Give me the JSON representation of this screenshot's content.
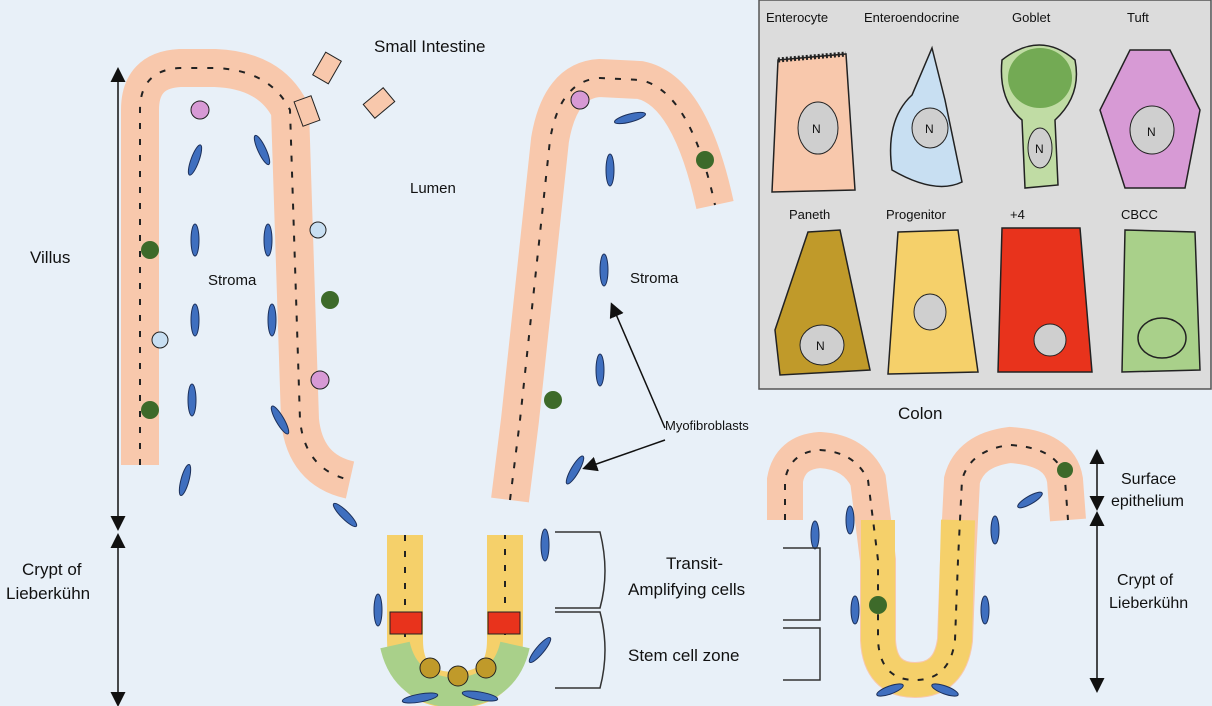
{
  "diagram": {
    "small_intestine_title": "Small Intestine",
    "lumen": "Lumen",
    "stroma_left": "Stroma",
    "stroma_right": "Stroma",
    "villus": "Villus",
    "crypt_left_line1": "Crypt of",
    "crypt_left_line2": "Lieberkühn",
    "myofibroblasts": "Myofibroblasts",
    "transit_line1": "Transit-",
    "transit_line2": "Amplifying cells",
    "stem_zone": "Stem cell zone",
    "colon_title": "Colon",
    "surface_line1": "Surface",
    "surface_line2": "epithelium",
    "crypt_right_line1": "Crypt of",
    "crypt_right_line2": "Lieberkühn"
  },
  "legend": {
    "nucleus_letter": "N",
    "cells": [
      {
        "name": "Enterocyte",
        "color": "#f8c8ac"
      },
      {
        "name": "Enteroendocrine",
        "color": "#c8dff2"
      },
      {
        "name": "Goblet",
        "color": "#c0dca4"
      },
      {
        "name": "Tuft",
        "color": "#d79ad5"
      },
      {
        "name": "Paneth",
        "color": "#c09a2a"
      },
      {
        "name": "Progenitor",
        "color": "#f5d06a"
      },
      {
        "name": "+4",
        "color": "#e8331c"
      },
      {
        "name": "CBCC",
        "color": "#a9d08a"
      }
    ]
  },
  "colors": {
    "background": "#e8f0f8",
    "legend_panel": "#dcdcdc",
    "myofibroblast": "#3f6fbf"
  }
}
